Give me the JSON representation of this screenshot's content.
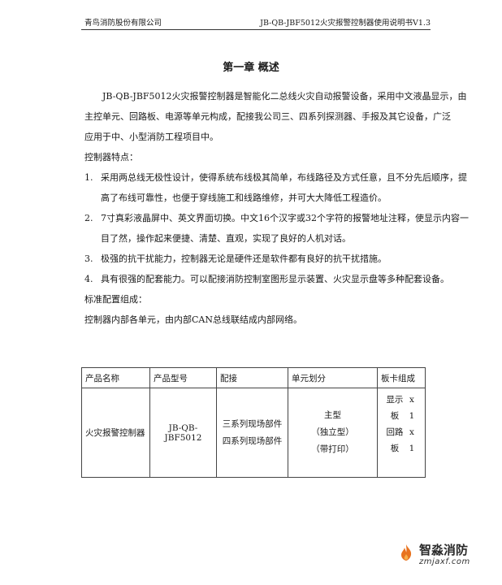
{
  "header": {
    "company": "青鸟消防股份有限公司",
    "doc_title": "JB-QB-JBF5012火灾报警控制器使用说明书V1.3"
  },
  "chapter_title": "第一章  概述",
  "intro": [
    "JB-QB-JBF5012火灾报警控制器是智能化二总线火灾自动报警设备，采用中文液晶显示，由",
    "主控单元、回路板、电源等单元构成，配接我公司三、四系列探测器、手报及其它设备，广泛",
    "应用于中、小型消防工程项目中。"
  ],
  "features_heading": "控制器特点：",
  "features": [
    {
      "num": "1.",
      "lines": [
        "采用两总线无极性设计，使得系统布线极其简单，布线路径及方式任意，且不分先后顺序，提",
        "高了布线可靠性，也便于穿线施工和线路维修，并可大大降低工程造价。"
      ]
    },
    {
      "num": "2.",
      "lines": [
        "7寸真彩液晶屏中、英文界面切换。中文16个汉字或32个字符的报警地址注释，使显示内容一",
        "目了然，操作起来便捷、清楚、直观，实现了良好的人机对话。"
      ]
    },
    {
      "num": "3.",
      "lines": [
        "极强的抗干扰能力，控制器无论是硬件还是软件都有良好的抗干扰措施。"
      ]
    },
    {
      "num": "4.",
      "lines": [
        "具有很强的配套能力。可以配接消防控制室图形显示装置、火灾显示盘等多种配套设备。"
      ]
    }
  ],
  "config_heading": "标准配置组成：",
  "config_text": "控制器内部各单元，由内部CAN总线联结成内部网络。",
  "table": {
    "headers": [
      "产品名称",
      "产品型号",
      "配接",
      "单元划分",
      "板卡组成"
    ],
    "row": {
      "name": "火灾报警控制器",
      "model": "JB-QB-JBF5012",
      "connect": [
        "三系列现场部件",
        "四系列现场部件"
      ],
      "units": [
        "主型",
        "（独立型）",
        "（带打印）"
      ],
      "boards": [
        {
          "name": "显示板",
          "qty": "x 1"
        },
        {
          "name": "回路板",
          "qty": "x 1"
        }
      ]
    }
  },
  "watermark": {
    "name": "智淼消防",
    "site": "zmjaxf.com",
    "logo_color": "#e8731f"
  }
}
